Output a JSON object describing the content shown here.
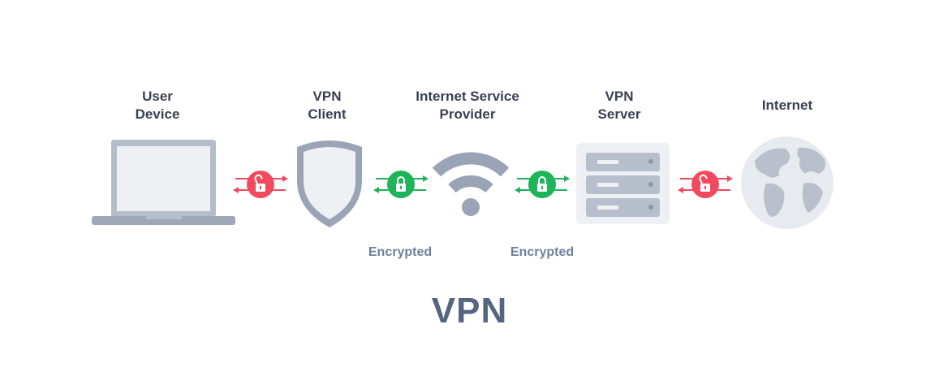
{
  "nodes": [
    {
      "id": "user-device",
      "line1": "User",
      "line2": "Device"
    },
    {
      "id": "vpn-client",
      "line1": "VPN",
      "line2": "Client"
    },
    {
      "id": "isp",
      "line1": "Internet Service",
      "line2": "Provider"
    },
    {
      "id": "vpn-server",
      "line1": "VPN",
      "line2": "Server"
    },
    {
      "id": "internet",
      "line1": "Internet",
      "line2": ""
    }
  ],
  "links": [
    {
      "status": "unlocked",
      "color": "#f2495f"
    },
    {
      "status": "locked",
      "color": "#1fb35a"
    },
    {
      "status": "locked",
      "color": "#1fb35a"
    },
    {
      "status": "unlocked",
      "color": "#f2495f"
    }
  ],
  "encrypted_labels": [
    "Encrypted",
    "Encrypted"
  ],
  "title": "VPN",
  "icons": [
    "laptop-icon",
    "shield-icon",
    "wifi-icon",
    "server-icon",
    "globe-icon",
    "padlock-icon"
  ]
}
